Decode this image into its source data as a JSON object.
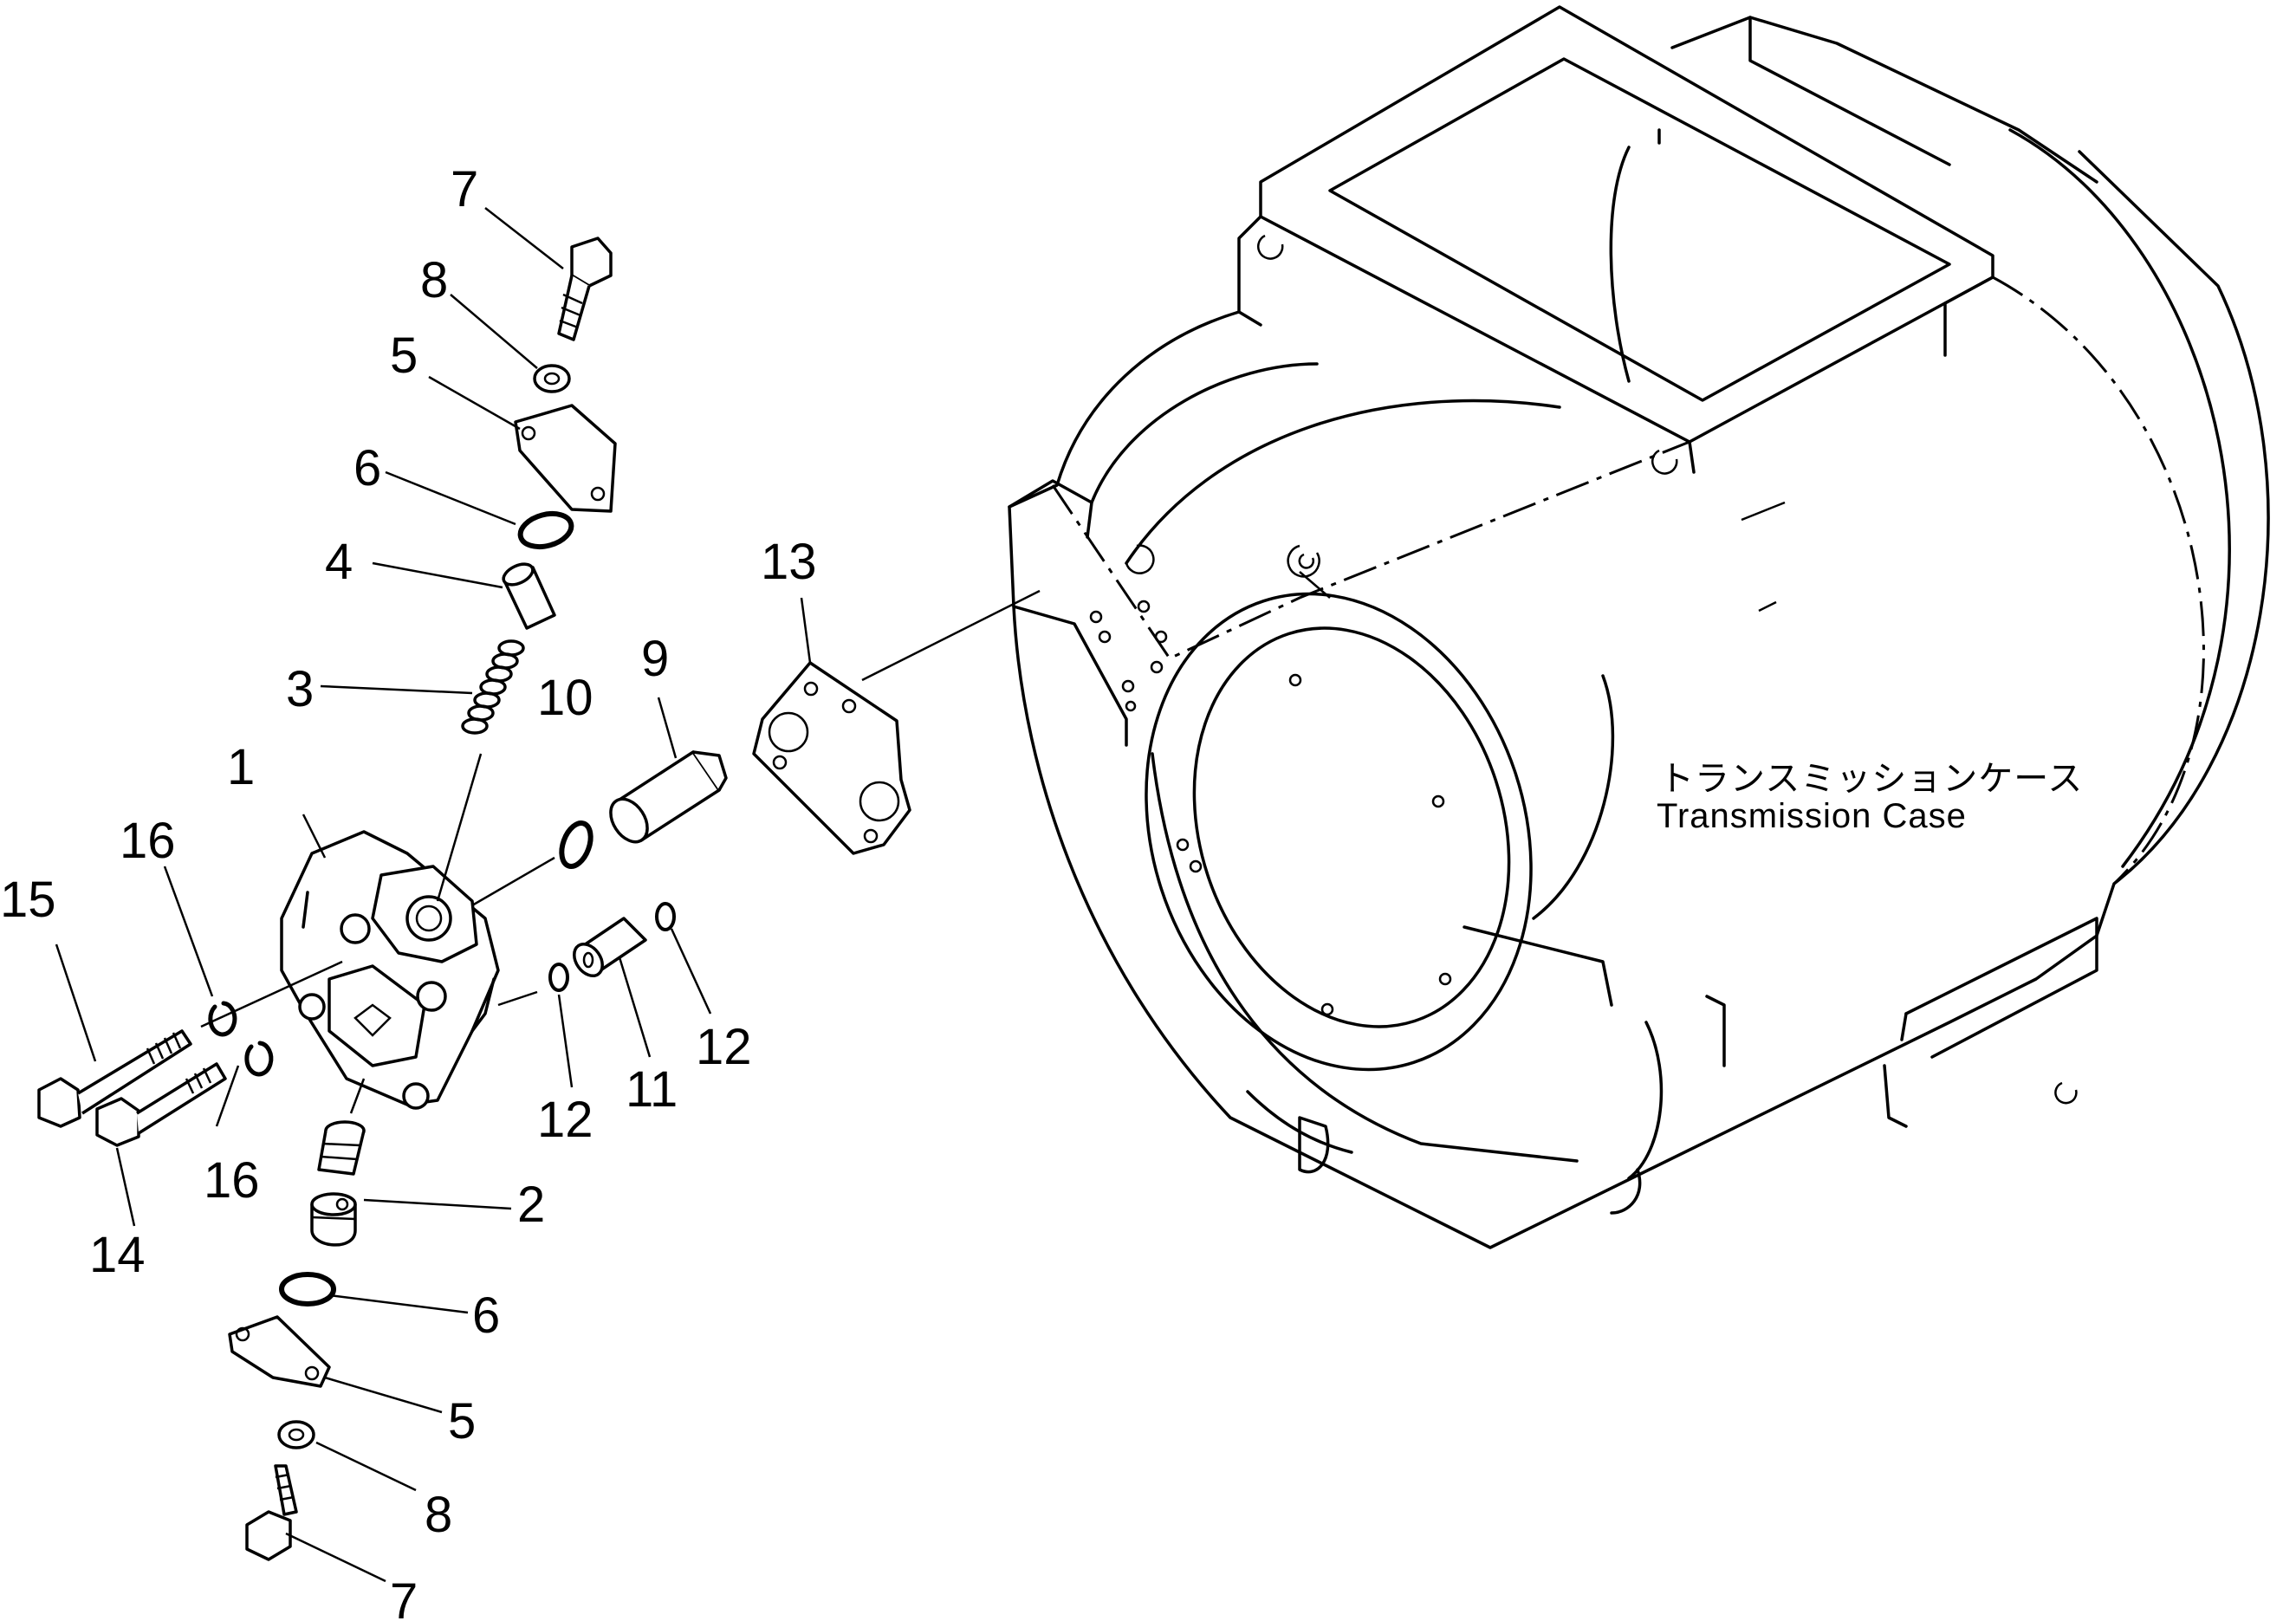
{
  "callouts": {
    "c1": "1",
    "c2": "2",
    "c3": "3",
    "c4": "4",
    "c5_top": "5",
    "c5_bottom": "5",
    "c6_top": "6",
    "c6_bottom": "6",
    "c7_top": "7",
    "c7_bottom": "7",
    "c8_top": "8",
    "c8_bottom": "8",
    "c9": "9",
    "c10": "10",
    "c11": "11",
    "c12_left": "12",
    "c12_right": "12",
    "c13": "13",
    "c14": "14",
    "c15": "15",
    "c16_top": "16",
    "c16_bottom": "16"
  },
  "case_label": {
    "japanese": "トランスミッションケース",
    "english": "Transmission  Case"
  }
}
